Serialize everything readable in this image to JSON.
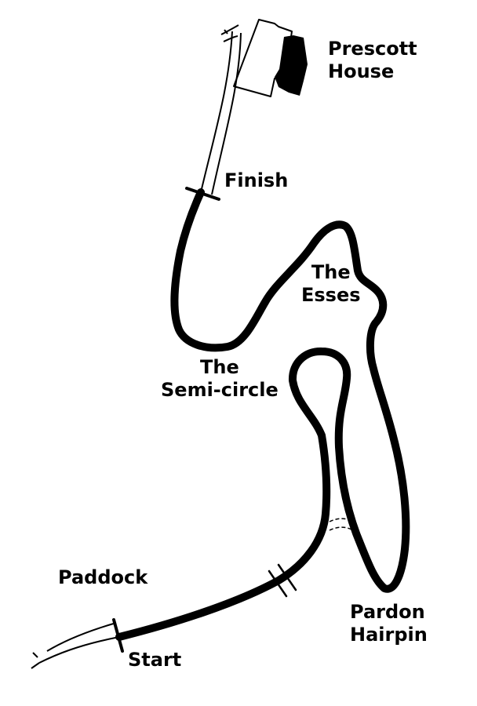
{
  "map": {
    "colors": {
      "ink": "#000000",
      "paper": "#ffffff"
    },
    "labels": {
      "prescott_house": [
        "Prescott",
        "House"
      ],
      "finish": "Finish",
      "the_esses": [
        "The",
        "Esses"
      ],
      "the_semi_circle": [
        "The",
        "Semi-circle"
      ],
      "paddock": "Paddock",
      "pardon_hairpin": [
        "Pardon",
        "Hairpin"
      ],
      "start": "Start"
    }
  }
}
